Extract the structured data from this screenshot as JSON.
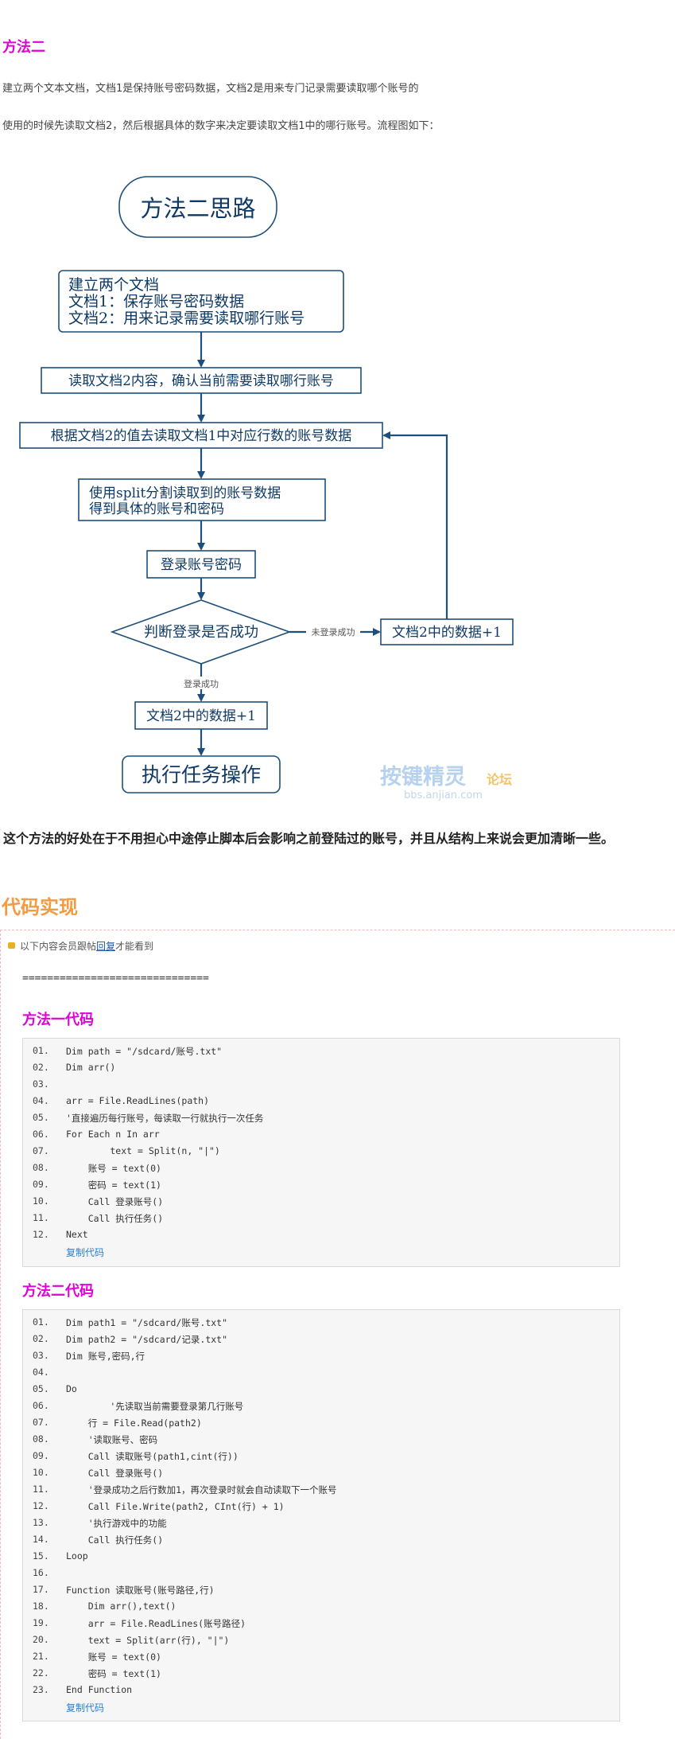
{
  "method2_heading": "方法二",
  "intro_line1": "建立两个文本文档，文档1是保持账号密码数据，文档2是用来专门记录需要读取哪个账号的",
  "intro_line2": "使用的时候先读取文档2，然后根据具体的数字来决定要读取文档1中的哪行账号。流程图如下：",
  "flowchart": {
    "title": "方法二思路",
    "step1": [
      "建立两个文档",
      "文档1：保存账号密码数据",
      "文档2：用来记录需要读取哪行账号"
    ],
    "step2": "读取文档2内容，确认当前需要读取哪行账号",
    "step3": "根据文档2的值去读取文档1中对应行数的账号数据",
    "step4": [
      "使用split分割读取到的账号数据",
      "得到具体的账号和密码"
    ],
    "step5": "登录账号密码",
    "decision": "判断登录是否成功",
    "fail_label": "未登录成功",
    "fail_box": "文档2中的数据+1",
    "success_label": "登录成功",
    "success_box": "文档2中的数据+1",
    "final": "执行任务操作"
  },
  "watermark": {
    "line1": "按键精灵",
    "line2": "论坛",
    "line3": "bbs.anjian.com"
  },
  "summary": "这个方法的好处在于不用担心中途停止脚本后会影响之前登陆过的账号，并且从结构上来说会更加清晰一些。",
  "code_section_title": "代码实现",
  "notice": {
    "pre": "以下内容会员跟帖",
    "link": "回复",
    "post": "才能看到"
  },
  "separator": "==============================",
  "code1_title": "方法一代码",
  "code1": [
    {
      "n": "01.",
      "t": "Dim path = \"/sdcard/账号.txt\""
    },
    {
      "n": "02.",
      "t": "Dim arr()"
    },
    {
      "n": "03.",
      "t": ""
    },
    {
      "n": "04.",
      "t": "arr = File.ReadLines(path)"
    },
    {
      "n": "05.",
      "t": "'直接遍历每行账号，每读取一行就执行一次任务"
    },
    {
      "n": "06.",
      "t": "For Each n In arr"
    },
    {
      "n": "07.",
      "t": "        text = Split(n, \"|\")"
    },
    {
      "n": "08.",
      "t": "    账号 = text(0)"
    },
    {
      "n": "09.",
      "t": "    密码 = text(1)"
    },
    {
      "n": "10.",
      "t": "    Call 登录账号()"
    },
    {
      "n": "11.",
      "t": "    Call 执行任务()"
    },
    {
      "n": "12.",
      "t": "Next"
    }
  ],
  "copy_label": "复制代码",
  "code2_title": "方法二代码",
  "code2": [
    {
      "n": "01.",
      "t": "Dim path1 = \"/sdcard/账号.txt\""
    },
    {
      "n": "02.",
      "t": "Dim path2 = \"/sdcard/记录.txt\""
    },
    {
      "n": "03.",
      "t": "Dim 账号,密码,行"
    },
    {
      "n": "04.",
      "t": ""
    },
    {
      "n": "05.",
      "t": "Do"
    },
    {
      "n": "06.",
      "t": "        '先读取当前需要登录第几行账号"
    },
    {
      "n": "07.",
      "t": "    行 = File.Read(path2)"
    },
    {
      "n": "08.",
      "t": "    '读取账号、密码"
    },
    {
      "n": "09.",
      "t": "    Call 读取账号(path1,cint(行))"
    },
    {
      "n": "10.",
      "t": "    Call 登录账号()"
    },
    {
      "n": "11.",
      "t": "    '登录成功之后行数加1，再次登录时就会自动读取下一个账号"
    },
    {
      "n": "12.",
      "t": "    Call File.Write(path2, CInt(行) + 1)"
    },
    {
      "n": "13.",
      "t": "    '执行游戏中的功能"
    },
    {
      "n": "14.",
      "t": "    Call 执行任务()"
    },
    {
      "n": "15.",
      "t": "Loop"
    },
    {
      "n": "16.",
      "t": ""
    },
    {
      "n": "17.",
      "t": "Function 读取账号(账号路径,行)"
    },
    {
      "n": "18.",
      "t": "    Dim arr(),text()"
    },
    {
      "n": "19.",
      "t": "    arr = File.ReadLines(账号路径)"
    },
    {
      "n": "20.",
      "t": "    text = Split(arr(行), \"|\")"
    },
    {
      "n": "21.",
      "t": "    账号 = text(0)"
    },
    {
      "n": "22.",
      "t": "    密码 = text(1)"
    },
    {
      "n": "23.",
      "t": "End Function"
    }
  ]
}
